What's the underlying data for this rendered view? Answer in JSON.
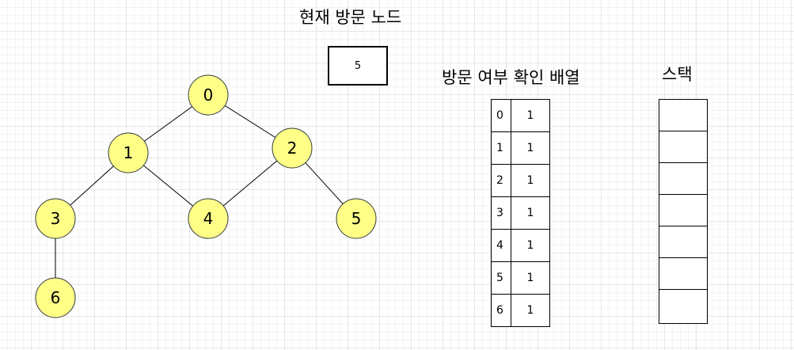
{
  "current": {
    "title": "현재 방문 노드",
    "value": "5"
  },
  "visited": {
    "title": "방문 여부 확인 배열",
    "rows": [
      {
        "index": "0",
        "value": "1"
      },
      {
        "index": "1",
        "value": "1"
      },
      {
        "index": "2",
        "value": "1"
      },
      {
        "index": "3",
        "value": "1"
      },
      {
        "index": "4",
        "value": "1"
      },
      {
        "index": "5",
        "value": "1"
      },
      {
        "index": "6",
        "value": "1"
      }
    ]
  },
  "stack": {
    "title": "스택",
    "slots": 7,
    "items": []
  },
  "graph": {
    "nodes": [
      "0",
      "1",
      "2",
      "3",
      "4",
      "5",
      "6"
    ],
    "edges": [
      [
        "0",
        "1"
      ],
      [
        "0",
        "2"
      ],
      [
        "1",
        "3"
      ],
      [
        "1",
        "4"
      ],
      [
        "2",
        "4"
      ],
      [
        "2",
        "5"
      ],
      [
        "3",
        "6"
      ]
    ],
    "node_fill": "#ffff88",
    "node_stroke": "#36393d"
  }
}
